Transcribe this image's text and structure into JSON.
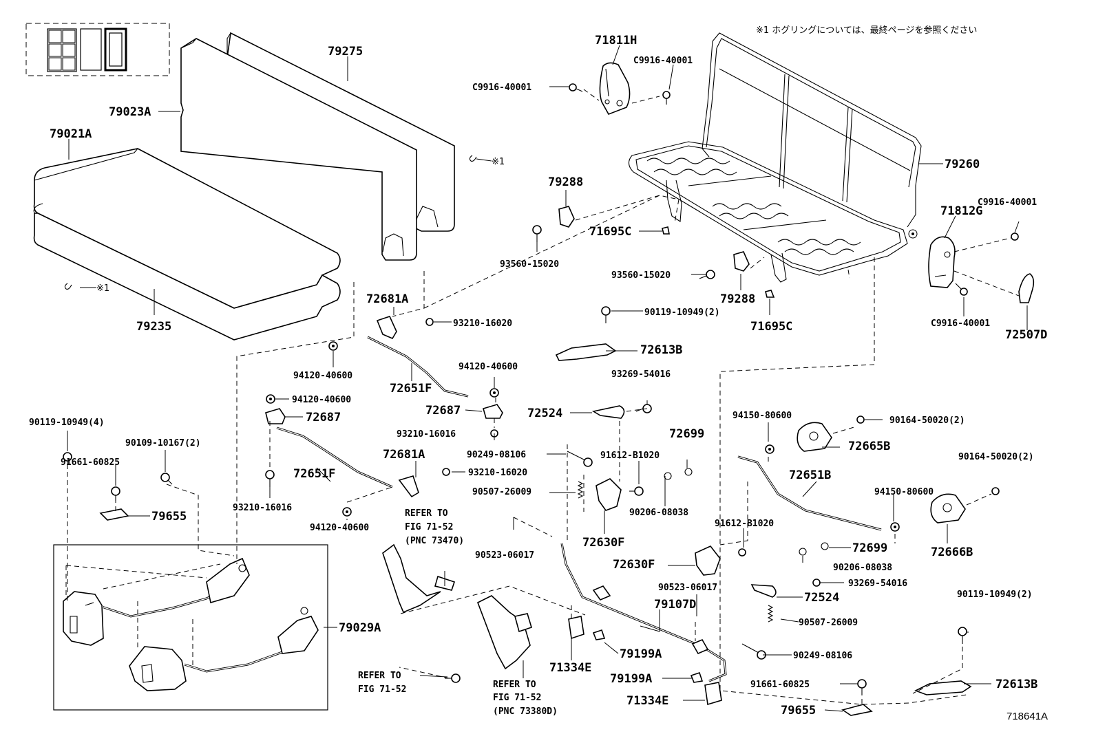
{
  "note": "※1 ホグリングについては、最終ページを参照ください",
  "figure_number": "718641A",
  "hog_ring_marker": "※1",
  "refer_fig_73470": [
    "REFER TO",
    "FIG 71-52",
    "(PNC 73470)"
  ],
  "refer_fig_plain": [
    "REFER TO",
    "FIG 71-52"
  ],
  "refer_fig_73380d": [
    "REFER TO",
    "FIG 71-52",
    "(PNC 73380D)"
  ],
  "labels": {
    "l79275": "79275",
    "l79023A": "79023A",
    "l79021A": "79021A",
    "l79235": "79235",
    "l71811H": "71811H",
    "lC9916_a": "C9916-40001",
    "lC9916_b": "C9916-40001",
    "lC9916_c": "C9916-40001",
    "lC9916_d": "C9916-40001",
    "l79260": "79260",
    "l71812G": "71812G",
    "l72507D": "72507D",
    "l79288_a": "79288",
    "l79288_b": "79288",
    "l71695C_a": "71695C",
    "l71695C_b": "71695C",
    "l93560_a": "93560-15020",
    "l93560_b": "93560-15020",
    "l72681A_a": "72681A",
    "l72681A_b": "72681A",
    "l93210_a": "93210-16020",
    "l93210_b": "93210-16020",
    "l90119_2a": "90119-10949(2)",
    "l90119_2b": "90119-10949(2)",
    "l90119_4": "90119-10949(4)",
    "l72613B_a": "72613B",
    "l72613B_b": "72613B",
    "l94120_a": "94120-40600",
    "l94120_b": "94120-40600",
    "l94120_c": "94120-40600",
    "l94120_d": "94120-40600",
    "l72651F_a": "72651F",
    "l72651F_b": "72651F",
    "l72687_a": "72687",
    "l72687_b": "72687",
    "l93210_16016a": "93210-16016",
    "l93210_16016b": "93210-16016",
    "l93269_a": "93269-54016",
    "l93269_b": "93269-54016",
    "l72524_a": "72524",
    "l72524_b": "72524",
    "l94150_a": "94150-80600",
    "l94150_b": "94150-80600",
    "l90164_a": "90164-50020(2)",
    "l90164_b": "90164-50020(2)",
    "l72665B": "72665B",
    "l72666B": "72666B",
    "l72699_a": "72699",
    "l72699_b": "72699",
    "l90249_a": "90249-08106",
    "l90249_b": "90249-08106",
    "l91612_a": "91612-B1020",
    "l91612_b": "91612-B1020",
    "l90507_a": "90507-26009",
    "l90507_b": "90507-26009",
    "l90206_a": "90206-08038",
    "l90206_b": "90206-08038",
    "l72651B": "72651B",
    "l90109": "90109-10167(2)",
    "l91661_a": "91661-60825",
    "l91661_b": "91661-60825",
    "l79655_a": "79655",
    "l79655_b": "79655",
    "l72630F_a": "72630F",
    "l72630F_b": "72630F",
    "l90523_a": "90523-06017",
    "l90523_b": "90523-06017",
    "l79029A": "79029A",
    "l79107D": "79107D",
    "l71334E_a": "71334E",
    "l71334E_b": "71334E",
    "l79199A_a": "79199A",
    "l79199A_b": "79199A"
  }
}
